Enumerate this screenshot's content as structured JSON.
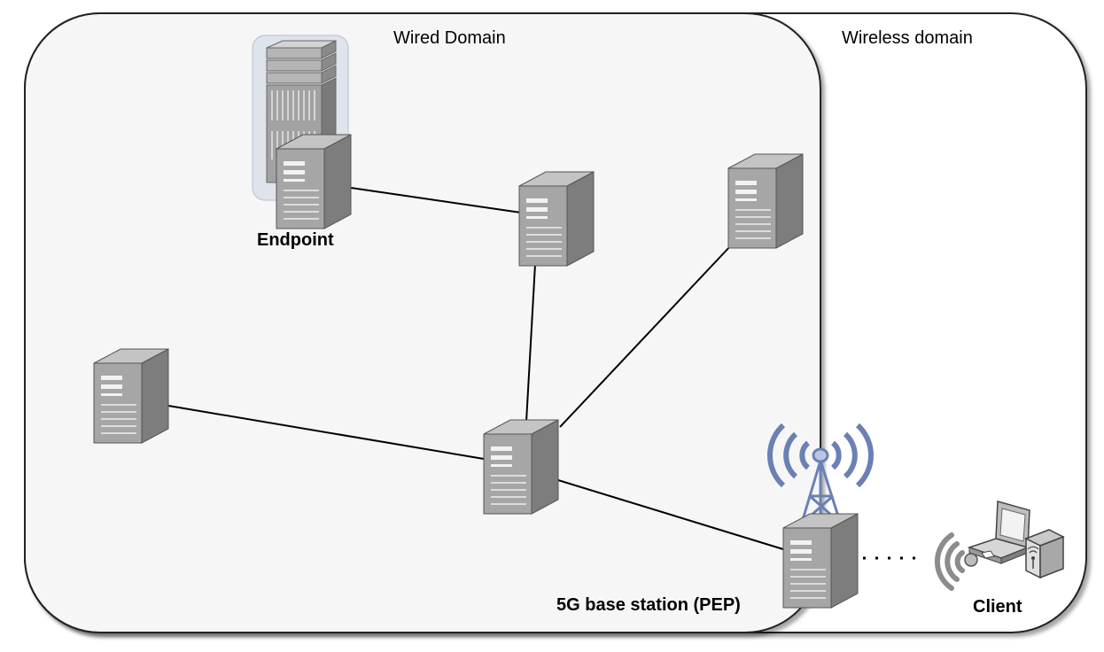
{
  "domains": {
    "wired": "Wired Domain",
    "wireless": "Wireless domain"
  },
  "nodes": {
    "endpoint": "Endpoint",
    "base_station": "5G base station (PEP)",
    "client": "Client"
  },
  "colors": {
    "server_face": "#a6a6a6",
    "server_side": "#7d7d7d",
    "server_top": "#c4c4c4",
    "tower": "#6b80b4",
    "wireless_signal": "#8c8c8c",
    "wired_bg": "#f6f6f6",
    "outline": "#2a2a2a"
  },
  "icons": {
    "server": "server-icon",
    "rack": "server-rack-icon",
    "tower": "antenna-tower-icon",
    "laptop": "laptop-icon",
    "router": "wireless-router-icon",
    "signal": "wifi-signal-icon"
  }
}
